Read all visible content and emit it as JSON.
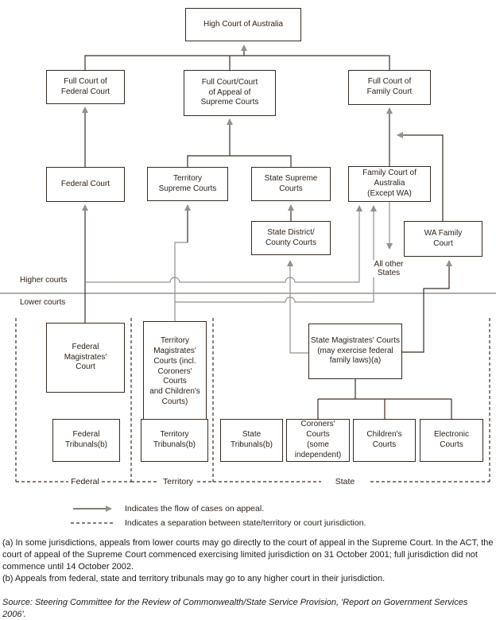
{
  "figure": {
    "boxes": {
      "high_court": "High Court of Australia",
      "full_court_federal": "Full Court of\nFederal Court",
      "full_court_appeal": "Full Court/Court\nof Appeal of\nSupreme Courts",
      "full_court_family": "Full Court of\nFamily Court",
      "federal_court": "Federal Court",
      "territory_supreme": "Territory\nSupreme Courts",
      "state_supreme": "State Supreme\nCourts",
      "family_court_australia": "Family Court of\nAustralia\n(Except WA)",
      "state_district": "State District/\nCounty Courts",
      "wa_family": "WA Family\nCourt",
      "federal_magistrates": "Federal\nMagistrates'\nCourt",
      "territory_magistrates": "Territory\nMagistrates'\nCourts (incl.\nCoroners' Courts\nand Children's\nCourts)",
      "state_magistrates": "State Magistrates' Courts\n(may exercise federal\nfamily laws)(a)",
      "federal_tribunals": "Federal\nTribunals(b)",
      "territory_tribunals": "Territory\nTribunals(b)",
      "state_tribunals": "State\nTribunals(b)",
      "coroners_courts": "Coroners'\nCourts\n(some\nindependent)",
      "childrens_courts": "Children's\nCourts",
      "electronic_courts": "Electronic\nCourts"
    },
    "labels": {
      "higher_courts": "Higher courts",
      "lower_courts": "Lower courts",
      "all_other_states": "All other\nStates",
      "section_federal": "Federal",
      "section_territory": "Territory",
      "section_state": "State"
    },
    "legend": {
      "arrow": "Indicates the flow of cases on appeal.",
      "dashed": "Indicates a separation between state/territory or court jurisdiction."
    },
    "footnotes": {
      "a": "(a) In some jurisdictions, appeals from lower courts may go directly to the court of appeal in the Supreme Court. In the ACT, the court of appeal of the Supreme Court commenced exercising limited jurisdiction on 31 October 2001; full jurisdiction did not commence until 14 October 2002.",
      "b": "(b) Appeals from federal, state and territory tribunals may go to any higher court in their jurisdiction.",
      "source": "Source: Steering Committee for the Review of Commonwealth/State Service Provision, 'Report on Government Services 2006'."
    },
    "colors": {
      "line_dark": "#3f2d22",
      "line_gray": "#97918b",
      "arrowhead_gray": "#94908a",
      "box_border": "#3a2a20",
      "text": "#2b1d13"
    }
  }
}
